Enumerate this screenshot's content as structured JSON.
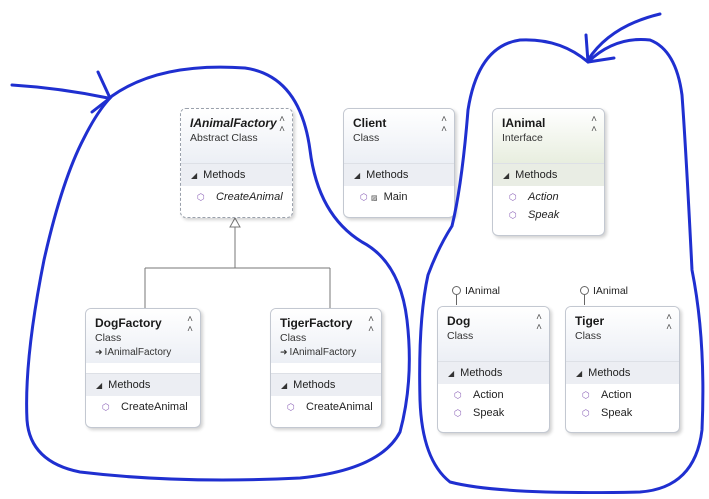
{
  "classes": {
    "ianimalfactory": {
      "name": "IAnimalFactory",
      "kind": "Abstract Class",
      "section": "Methods",
      "methods": [
        "CreateAnimal"
      ]
    },
    "client": {
      "name": "Client",
      "kind": "Class",
      "section": "Methods",
      "methods": [
        "Main"
      ]
    },
    "ianimal": {
      "name": "IAnimal",
      "kind": "Interface",
      "section": "Methods",
      "methods": [
        "Action",
        "Speak"
      ]
    },
    "dogfactory": {
      "name": "DogFactory",
      "kind": "Class",
      "base": "IAnimalFactory",
      "section": "Methods",
      "methods": [
        "CreateAnimal"
      ]
    },
    "tigerfactory": {
      "name": "TigerFactory",
      "kind": "Class",
      "base": "IAnimalFactory",
      "section": "Methods",
      "methods": [
        "CreateAnimal"
      ]
    },
    "dog": {
      "name": "Dog",
      "kind": "Class",
      "interface": "IAnimal",
      "section": "Methods",
      "methods": [
        "Action",
        "Speak"
      ]
    },
    "tiger": {
      "name": "Tiger",
      "kind": "Class",
      "interface": "IAnimal",
      "section": "Methods",
      "methods": [
        "Action",
        "Speak"
      ]
    }
  },
  "annotation_color": "#1f2fd0",
  "icons": {
    "collapse": "double-chevron-up-icon",
    "method": "method-cube-icon",
    "section_toggle": "triangle-down-icon",
    "inheritance": "arrow-right-icon",
    "interface_lollipop": "lollipop-icon",
    "private_lock": "lock-icon"
  }
}
